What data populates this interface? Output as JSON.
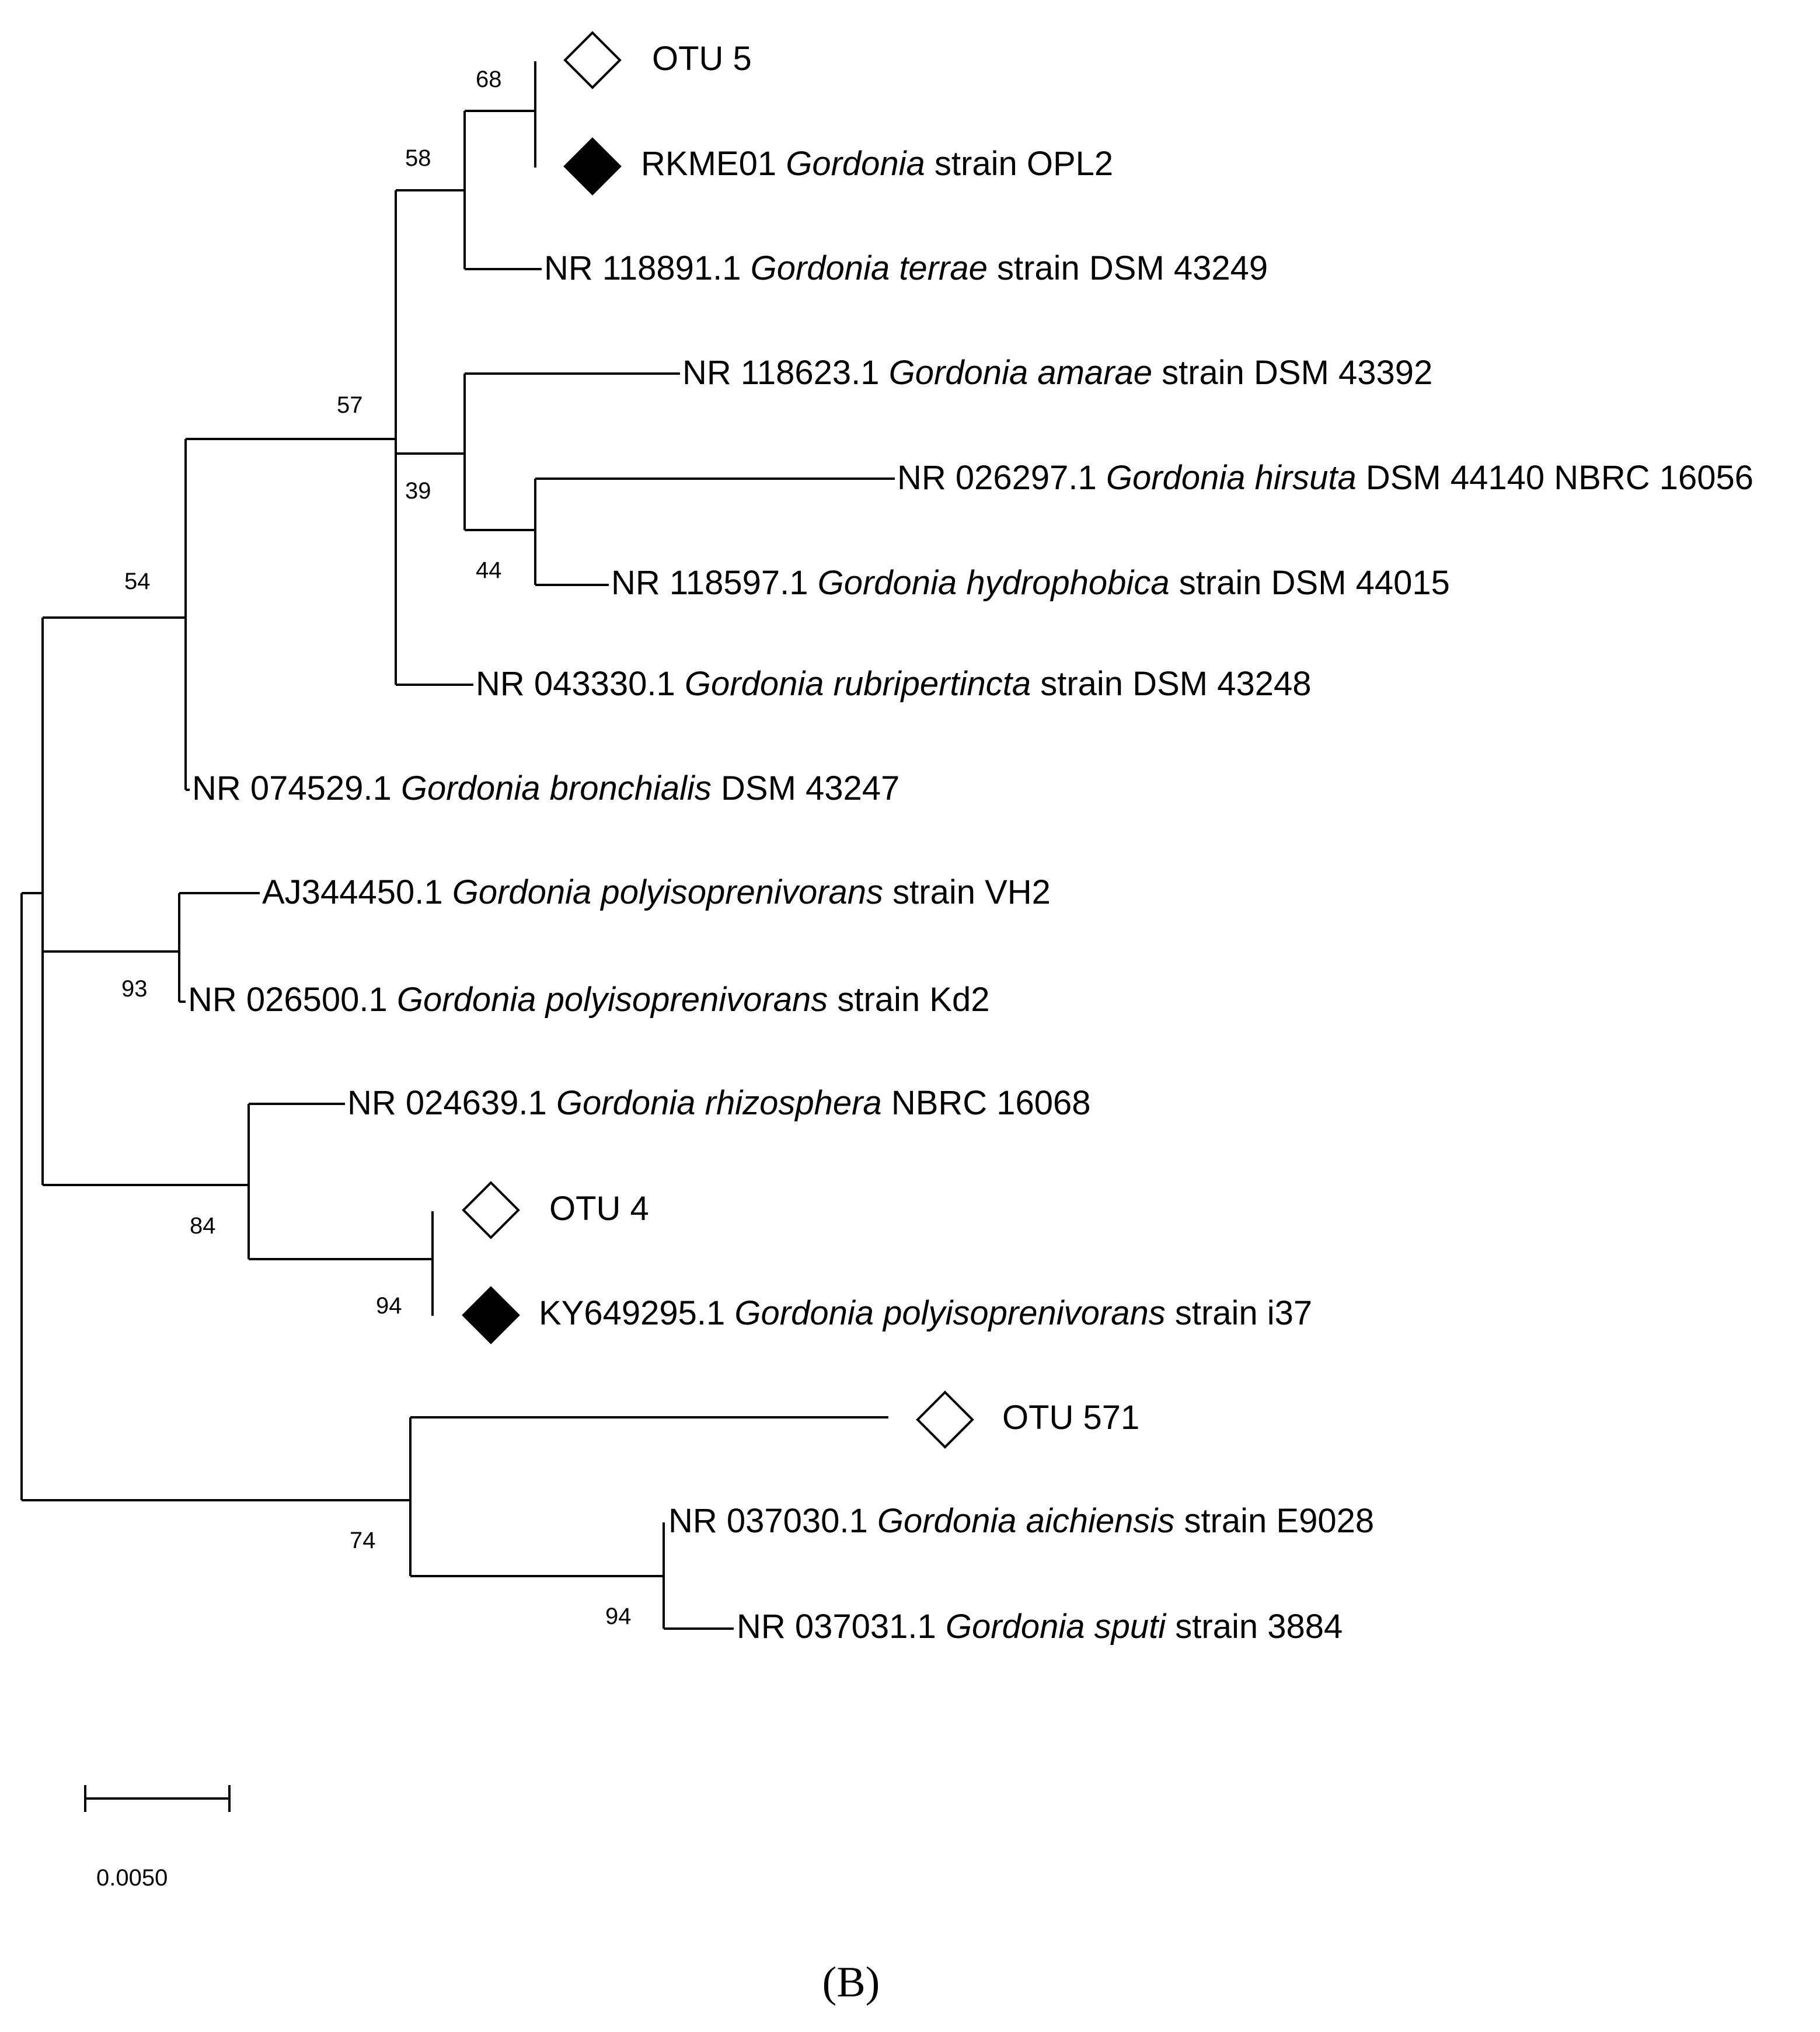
{
  "figure": {
    "panel_label": "(B)",
    "scale_bar_label": "0.0050",
    "colors": {
      "line": "#000000",
      "filled_marker": "#000000",
      "open_marker": "#ffffff"
    }
  },
  "leaves": [
    {
      "id": "otu5",
      "parts": [
        {
          "t": "OTU 5",
          "i": false
        }
      ],
      "marker": "open-diamond"
    },
    {
      "id": "rkme01",
      "parts": [
        {
          "t": "RKME01 ",
          "i": false
        },
        {
          "t": "Gordonia",
          "i": true
        },
        {
          "t": " strain OPL2",
          "i": false
        }
      ],
      "marker": "filled-diamond"
    },
    {
      "id": "nr118891",
      "parts": [
        {
          "t": "NR 118891.1 ",
          "i": false
        },
        {
          "t": "Gordonia terrae",
          "i": true
        },
        {
          "t": " strain DSM 43249",
          "i": false
        }
      ]
    },
    {
      "id": "nr118623",
      "parts": [
        {
          "t": "NR 118623.1 ",
          "i": false
        },
        {
          "t": "Gordonia amarae",
          "i": true
        },
        {
          "t": " strain DSM 43392",
          "i": false
        }
      ]
    },
    {
      "id": "nr026297",
      "parts": [
        {
          "t": "NR 026297.1 ",
          "i": false
        },
        {
          "t": "Gordonia hirsuta",
          "i": true
        },
        {
          "t": " DSM 44140 NBRC 16056",
          "i": false
        }
      ]
    },
    {
      "id": "nr118597",
      "parts": [
        {
          "t": "NR 118597.1 ",
          "i": false
        },
        {
          "t": "Gordonia hydrophobica",
          "i": true
        },
        {
          "t": " strain DSM 44015",
          "i": false
        }
      ]
    },
    {
      "id": "nr043330",
      "parts": [
        {
          "t": "NR 043330.1 ",
          "i": false
        },
        {
          "t": "Gordonia rubripertincta",
          "i": true
        },
        {
          "t": " strain DSM 43248",
          "i": false
        }
      ]
    },
    {
      "id": "nr074529",
      "parts": [
        {
          "t": "NR 074529.1 ",
          "i": false
        },
        {
          "t": "Gordonia bronchialis",
          "i": true
        },
        {
          "t": " DSM 43247",
          "i": false
        }
      ]
    },
    {
      "id": "aj344450",
      "parts": [
        {
          "t": "AJ344450.1 ",
          "i": false
        },
        {
          "t": "Gordonia polyisoprenivorans",
          "i": true
        },
        {
          "t": " strain VH2",
          "i": false
        }
      ]
    },
    {
      "id": "nr026500",
      "parts": [
        {
          "t": "NR 026500.1 ",
          "i": false
        },
        {
          "t": "Gordonia polyisoprenivorans",
          "i": true
        },
        {
          "t": " strain Kd2",
          "i": false
        }
      ]
    },
    {
      "id": "nr024639",
      "parts": [
        {
          "t": "NR 024639.1 ",
          "i": false
        },
        {
          "t": "Gordonia rhizosphera",
          "i": true
        },
        {
          "t": " NBRC 16068",
          "i": false
        }
      ]
    },
    {
      "id": "otu4",
      "parts": [
        {
          "t": "OTU 4",
          "i": false
        }
      ],
      "marker": "open-diamond"
    },
    {
      "id": "ky649295",
      "parts": [
        {
          "t": "KY649295.1 ",
          "i": false
        },
        {
          "t": "Gordonia polyisoprenivorans",
          "i": true
        },
        {
          "t": " strain i37",
          "i": false
        }
      ],
      "marker": "filled-diamond"
    },
    {
      "id": "otu571",
      "parts": [
        {
          "t": "OTU 571",
          "i": false
        }
      ],
      "marker": "open-diamond"
    },
    {
      "id": "nr037030",
      "parts": [
        {
          "t": "NR 037030.1 ",
          "i": false
        },
        {
          "t": "Gordonia aichiensis",
          "i": true
        },
        {
          "t": " strain E9028",
          "i": false
        }
      ]
    },
    {
      "id": "nr037031",
      "parts": [
        {
          "t": "NR 037031.1 ",
          "i": false
        },
        {
          "t": "Gordonia sputi",
          "i": true
        },
        {
          "t": " strain 3884",
          "i": false
        }
      ]
    }
  ],
  "bootstrap_values": [
    "68",
    "58",
    "57",
    "39",
    "44",
    "54",
    "93",
    "84",
    "94",
    "74",
    "94"
  ]
}
